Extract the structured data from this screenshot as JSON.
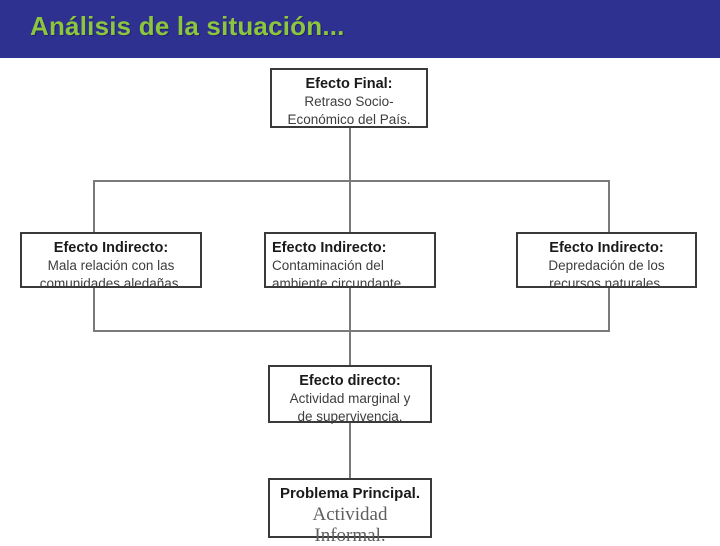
{
  "slide": {
    "header": {
      "title": "Análisis de la situación...",
      "band_color": "#2F3191",
      "title_color": "#8CC63E",
      "rule_color": "#FFFFFF"
    },
    "diagram": {
      "type": "problem-tree",
      "box_border_color": "#3A3A3A",
      "connector_color": "#7A7A7A",
      "nodes": [
        {
          "id": "efecto-final",
          "title": "Efecto Final:",
          "line1": "Retraso Socio-",
          "line2": "Económico del País.",
          "align": "center"
        },
        {
          "id": "efecto-indirecto-izquierda",
          "title": "Efecto Indirecto:",
          "line1": "Mala relación con las",
          "line2": "comunidades aledañas.",
          "align": "center"
        },
        {
          "id": "efecto-indirecto-centro",
          "title": "Efecto Indirecto:",
          "line1": "Contaminación del",
          "line2": "ambiente circundante.",
          "align": "left"
        },
        {
          "id": "efecto-indirecto-derecha",
          "title": "Efecto Indirecto:",
          "line1": "Depredación de los",
          "line2": "recursos naturales.",
          "align": "center"
        },
        {
          "id": "efecto-directo",
          "title": "Efecto directo:",
          "line1": "Actividad marginal y",
          "line2": "de supervivencia.",
          "align": "center"
        },
        {
          "id": "problema-principal",
          "title": "Problema Principal.",
          "line1": "Actividad",
          "line2": "Informal.",
          "align": "center"
        }
      ]
    }
  }
}
